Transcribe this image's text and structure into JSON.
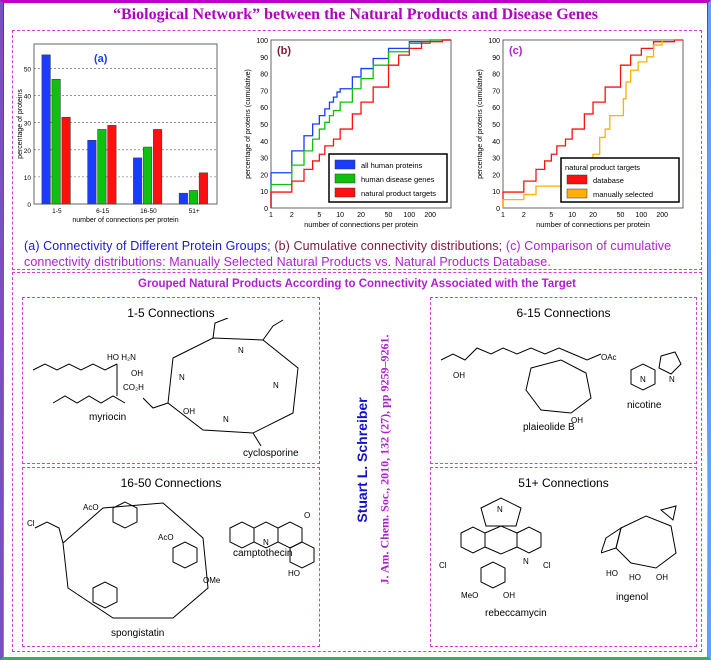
{
  "title": "“Biological Network” between the Natural Products and Disease Genes",
  "caption": {
    "a": "(a) Connectivity of Different Protein Groups;",
    "b": "(b) Cumulative connectivity distributions;",
    "c": "(c) Comparison of cumulative connectivity distributions: Manually Selected Natural Products vs. Natural Products Database."
  },
  "colors": {
    "blue": "#1a3cff",
    "green": "#10c010",
    "red": "#ff1010",
    "orange": "#ffb000",
    "magenta": "#b020d0"
  },
  "chart_data": [
    {
      "type": "bar",
      "panel_label": "(a)",
      "categories": [
        "1-5",
        "6-15",
        "16-50",
        "51+"
      ],
      "series": [
        {
          "name": "all human proteins",
          "color": "#1a3cff",
          "values": [
            55,
            23.5,
            17,
            4
          ]
        },
        {
          "name": "human disease genes",
          "color": "#10c010",
          "values": [
            46,
            27.5,
            21,
            5
          ]
        },
        {
          "name": "natural product targets",
          "color": "#ff1010",
          "values": [
            32,
            29,
            27.5,
            11.5
          ]
        }
      ],
      "xlabel": "number of connections per protein",
      "ylabel": "percentage of proteins",
      "ylim": [
        0,
        59
      ],
      "yticks": [
        0,
        10,
        20,
        30,
        40,
        50
      ],
      "grid": true
    },
    {
      "type": "line",
      "step": true,
      "panel_label": "(b)",
      "xscale": "log",
      "xlim": [
        1,
        400
      ],
      "ylim": [
        0,
        100
      ],
      "xticks": [
        1,
        2,
        5,
        10,
        20,
        50,
        100,
        200
      ],
      "yticks": [
        0,
        10,
        20,
        30,
        40,
        50,
        60,
        70,
        80,
        90,
        100
      ],
      "xlabel": "number of connections per protein",
      "ylabel": "percentage of proteins (cumulative)",
      "legend_position": "bottom-right",
      "series": [
        {
          "name": "all human proteins",
          "color": "#1a3cff",
          "points": [
            [
              1,
              21
            ],
            [
              2,
              34
            ],
            [
              3,
              43
            ],
            [
              4,
              50
            ],
            [
              5,
              55
            ],
            [
              6,
              59
            ],
            [
              7,
              63
            ],
            [
              8,
              66
            ],
            [
              9,
              69
            ],
            [
              10,
              71
            ],
            [
              15,
              78
            ],
            [
              20,
              83
            ],
            [
              30,
              89
            ],
            [
              50,
              95
            ],
            [
              100,
              99
            ],
            [
              200,
              100
            ],
            [
              400,
              100
            ]
          ]
        },
        {
          "name": "human disease genes",
          "color": "#10c010",
          "points": [
            [
              1,
              14
            ],
            [
              2,
              25.5
            ],
            [
              3,
              34
            ],
            [
              4,
              41
            ],
            [
              5,
              47
            ],
            [
              6,
              51
            ],
            [
              7,
              55
            ],
            [
              8,
              58
            ],
            [
              10,
              63
            ],
            [
              15,
              71
            ],
            [
              20,
              77
            ],
            [
              30,
              85
            ],
            [
              50,
              93
            ],
            [
              100,
              98
            ],
            [
              200,
              100
            ],
            [
              400,
              100
            ]
          ]
        },
        {
          "name": "natural product targets",
          "color": "#ff1010",
          "points": [
            [
              1,
              9.5
            ],
            [
              2,
              16
            ],
            [
              3,
              23
            ],
            [
              4,
              28
            ],
            [
              5,
              32
            ],
            [
              6,
              37
            ],
            [
              8,
              41
            ],
            [
              10,
              47
            ],
            [
              15,
              56
            ],
            [
              20,
              63
            ],
            [
              30,
              72
            ],
            [
              50,
              85
            ],
            [
              70,
              91
            ],
            [
              100,
              95
            ],
            [
              150,
              99
            ],
            [
              300,
              100
            ],
            [
              400,
              100
            ]
          ]
        }
      ]
    },
    {
      "type": "line",
      "step": true,
      "panel_label": "(c)",
      "xscale": "log",
      "xlim": [
        1,
        400
      ],
      "ylim": [
        0,
        100
      ],
      "xticks": [
        1,
        2,
        5,
        10,
        20,
        50,
        100,
        200
      ],
      "yticks": [
        0,
        10,
        20,
        30,
        40,
        50,
        60,
        70,
        80,
        90,
        100
      ],
      "xlabel": "number of connections per protein",
      "ylabel": "percentage of proteins (cumulative)",
      "legend_title": "natural product targets",
      "legend_position": "bottom-right",
      "series": [
        {
          "name": "database",
          "color": "#ff1010",
          "points": [
            [
              1,
              9.5
            ],
            [
              2,
              16
            ],
            [
              3,
              23
            ],
            [
              4,
              28
            ],
            [
              5,
              32
            ],
            [
              6,
              37
            ],
            [
              8,
              41
            ],
            [
              10,
              47
            ],
            [
              15,
              56
            ],
            [
              20,
              63
            ],
            [
              30,
              72
            ],
            [
              50,
              85
            ],
            [
              70,
              91
            ],
            [
              100,
              95
            ],
            [
              150,
              99
            ],
            [
              300,
              100
            ],
            [
              400,
              100
            ]
          ]
        },
        {
          "name": "manually selected",
          "color": "#ffb000",
          "points": [
            [
              1,
              5
            ],
            [
              2,
              8
            ],
            [
              3,
              13
            ],
            [
              8,
              16
            ],
            [
              12,
              18.5
            ],
            [
              17,
              25
            ],
            [
              20,
              32
            ],
            [
              25,
              42
            ],
            [
              30,
              47
            ],
            [
              35,
              55
            ],
            [
              50,
              55
            ],
            [
              55,
              65
            ],
            [
              60,
              75
            ],
            [
              70,
              82
            ],
            [
              90,
              87
            ],
            [
              120,
              90
            ],
            [
              150,
              97
            ],
            [
              200,
              100
            ]
          ]
        }
      ]
    }
  ],
  "bottom": {
    "heading": "Grouped Natural Products According to Connectivity Associated with the Target",
    "groups": [
      {
        "title": "1-5 Connections",
        "compounds": [
          "myriocin",
          "cyclosporine"
        ]
      },
      {
        "title": "6-15 Connections",
        "compounds": [
          "plaieolide B",
          "nicotine"
        ]
      },
      {
        "title": "16-50 Connections",
        "compounds": [
          "spongistatin",
          "camptothecin"
        ]
      },
      {
        "title": "51+ Connections",
        "compounds": [
          "rebeccamycin",
          "ingenol"
        ]
      }
    ],
    "author": "Stuart L. Schreiber",
    "citation": "J. Am. Chem. Soc., 2010, 132 (27), pp 9259–9261."
  }
}
